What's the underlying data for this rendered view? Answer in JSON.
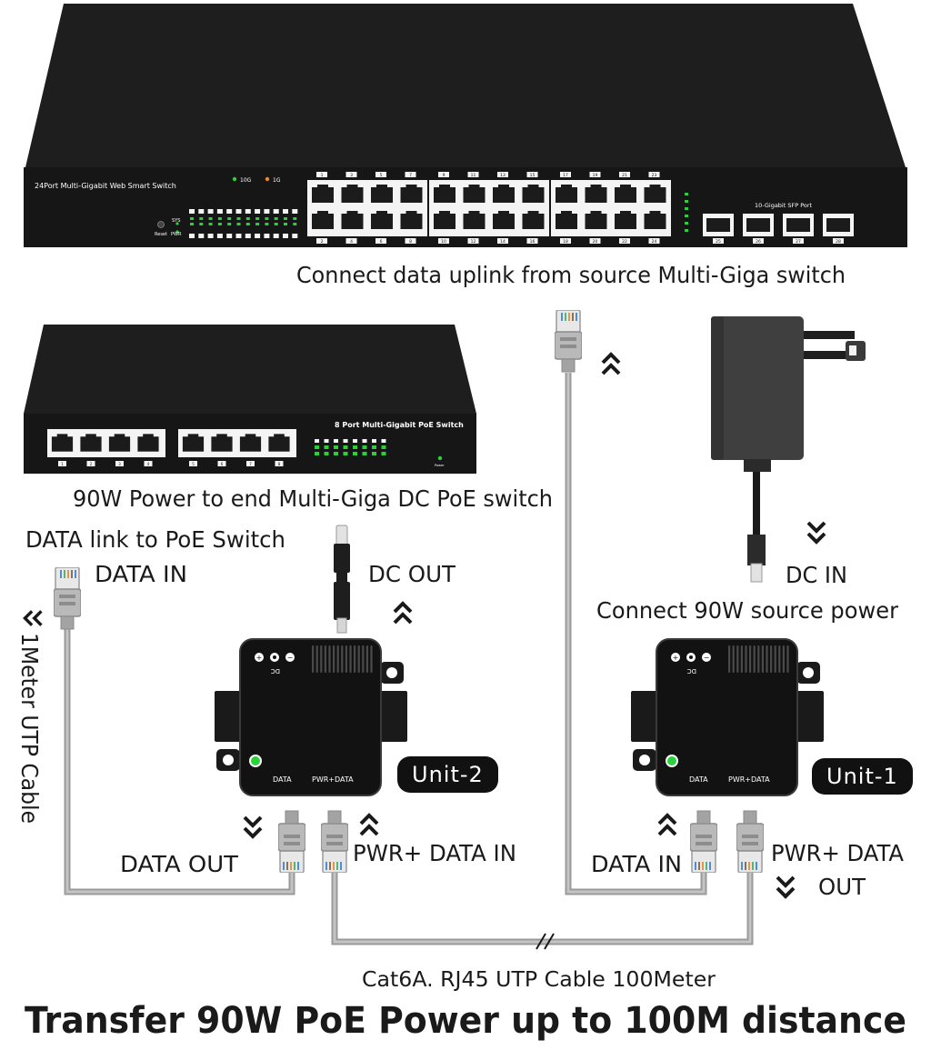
{
  "title": "Transfer 90W PoE Power up to 100M distance",
  "switch_24": {
    "name": "24Port Multi-Gigabit Web Smart Switch",
    "led_10g": "10G",
    "led_1g": "1G",
    "sys": "SYS",
    "pwr": "PWR",
    "reset": "Reset",
    "sfp_label": "10-Gigabit SFP Port",
    "top_port_numbers": [
      "1",
      "3",
      "5",
      "7",
      "9",
      "11",
      "13",
      "15",
      "17",
      "19",
      "21",
      "23"
    ],
    "bottom_port_numbers": [
      "2",
      "4",
      "6",
      "8",
      "10",
      "12",
      "14",
      "16",
      "18",
      "20",
      "22",
      "24"
    ],
    "sfp_numbers": [
      "25",
      "26",
      "27",
      "28"
    ]
  },
  "switch_8": {
    "name": "8 Port Multi-Gigabit PoE Switch",
    "port_numbers": [
      "1",
      "2",
      "3",
      "4",
      "5",
      "6",
      "7",
      "8"
    ],
    "power": "Power"
  },
  "unit2": {
    "badge": "Unit-2",
    "data": "DATA",
    "pwr_data": "PWR+DATA",
    "dc": "DC"
  },
  "unit1": {
    "badge": "Unit-1",
    "data": "DATA",
    "pwr_data": "PWR+DATA",
    "dc": "DC"
  },
  "labels": {
    "uplink": "Connect data uplink from source Multi-Giga switch",
    "power_end": "90W Power to end Multi-Giga DC PoE switch",
    "data_link": "DATA link to PoE Switch",
    "data_in_top": "DATA IN",
    "dc_out": "DC OUT",
    "dc_in": "DC IN",
    "connect_power": "Connect 90W source power",
    "utp_1m": "1Meter UTP Cable",
    "data_out": "DATA OUT",
    "pwr_data_in": "PWR+ DATA IN",
    "data_in_unit1": "DATA IN",
    "pwr_data_out_1": "PWR+ DATA",
    "pwr_data_out_2": "OUT",
    "cable": "Cat6A. RJ45 UTP Cable 100Meter"
  },
  "colors": {
    "device": "#121212",
    "cable": "#a9a9a9",
    "led_green": "#2bd13a",
    "led_orange": "#f08a1c"
  }
}
